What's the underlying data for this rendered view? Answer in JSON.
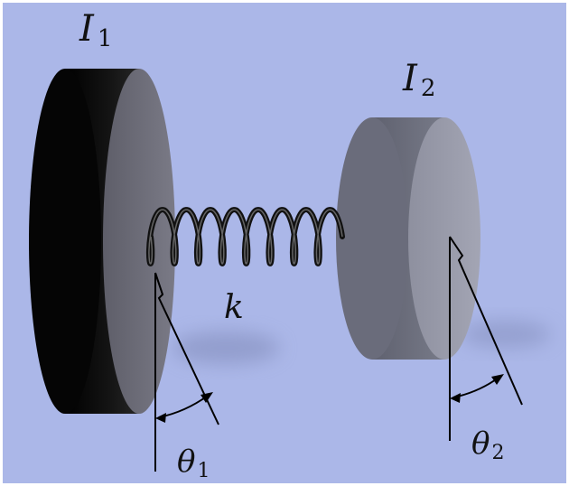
{
  "labels": {
    "disk1": {
      "symbol": "I",
      "sub": "1"
    },
    "disk2": {
      "symbol": "I",
      "sub": "2"
    },
    "spring": {
      "symbol": "k"
    },
    "angle1": {
      "symbol": "θ",
      "sub": "1"
    },
    "angle2": {
      "symbol": "θ",
      "sub": "2"
    }
  },
  "colors": {
    "background": "#abb7e8",
    "disk1_face": "#6f6f7b",
    "disk1_rim": "#0d0d0d",
    "disk2_face": "#9a9cab",
    "disk2_rim": "#6b6d7c",
    "spring": "#111111",
    "lines": "#000000"
  }
}
